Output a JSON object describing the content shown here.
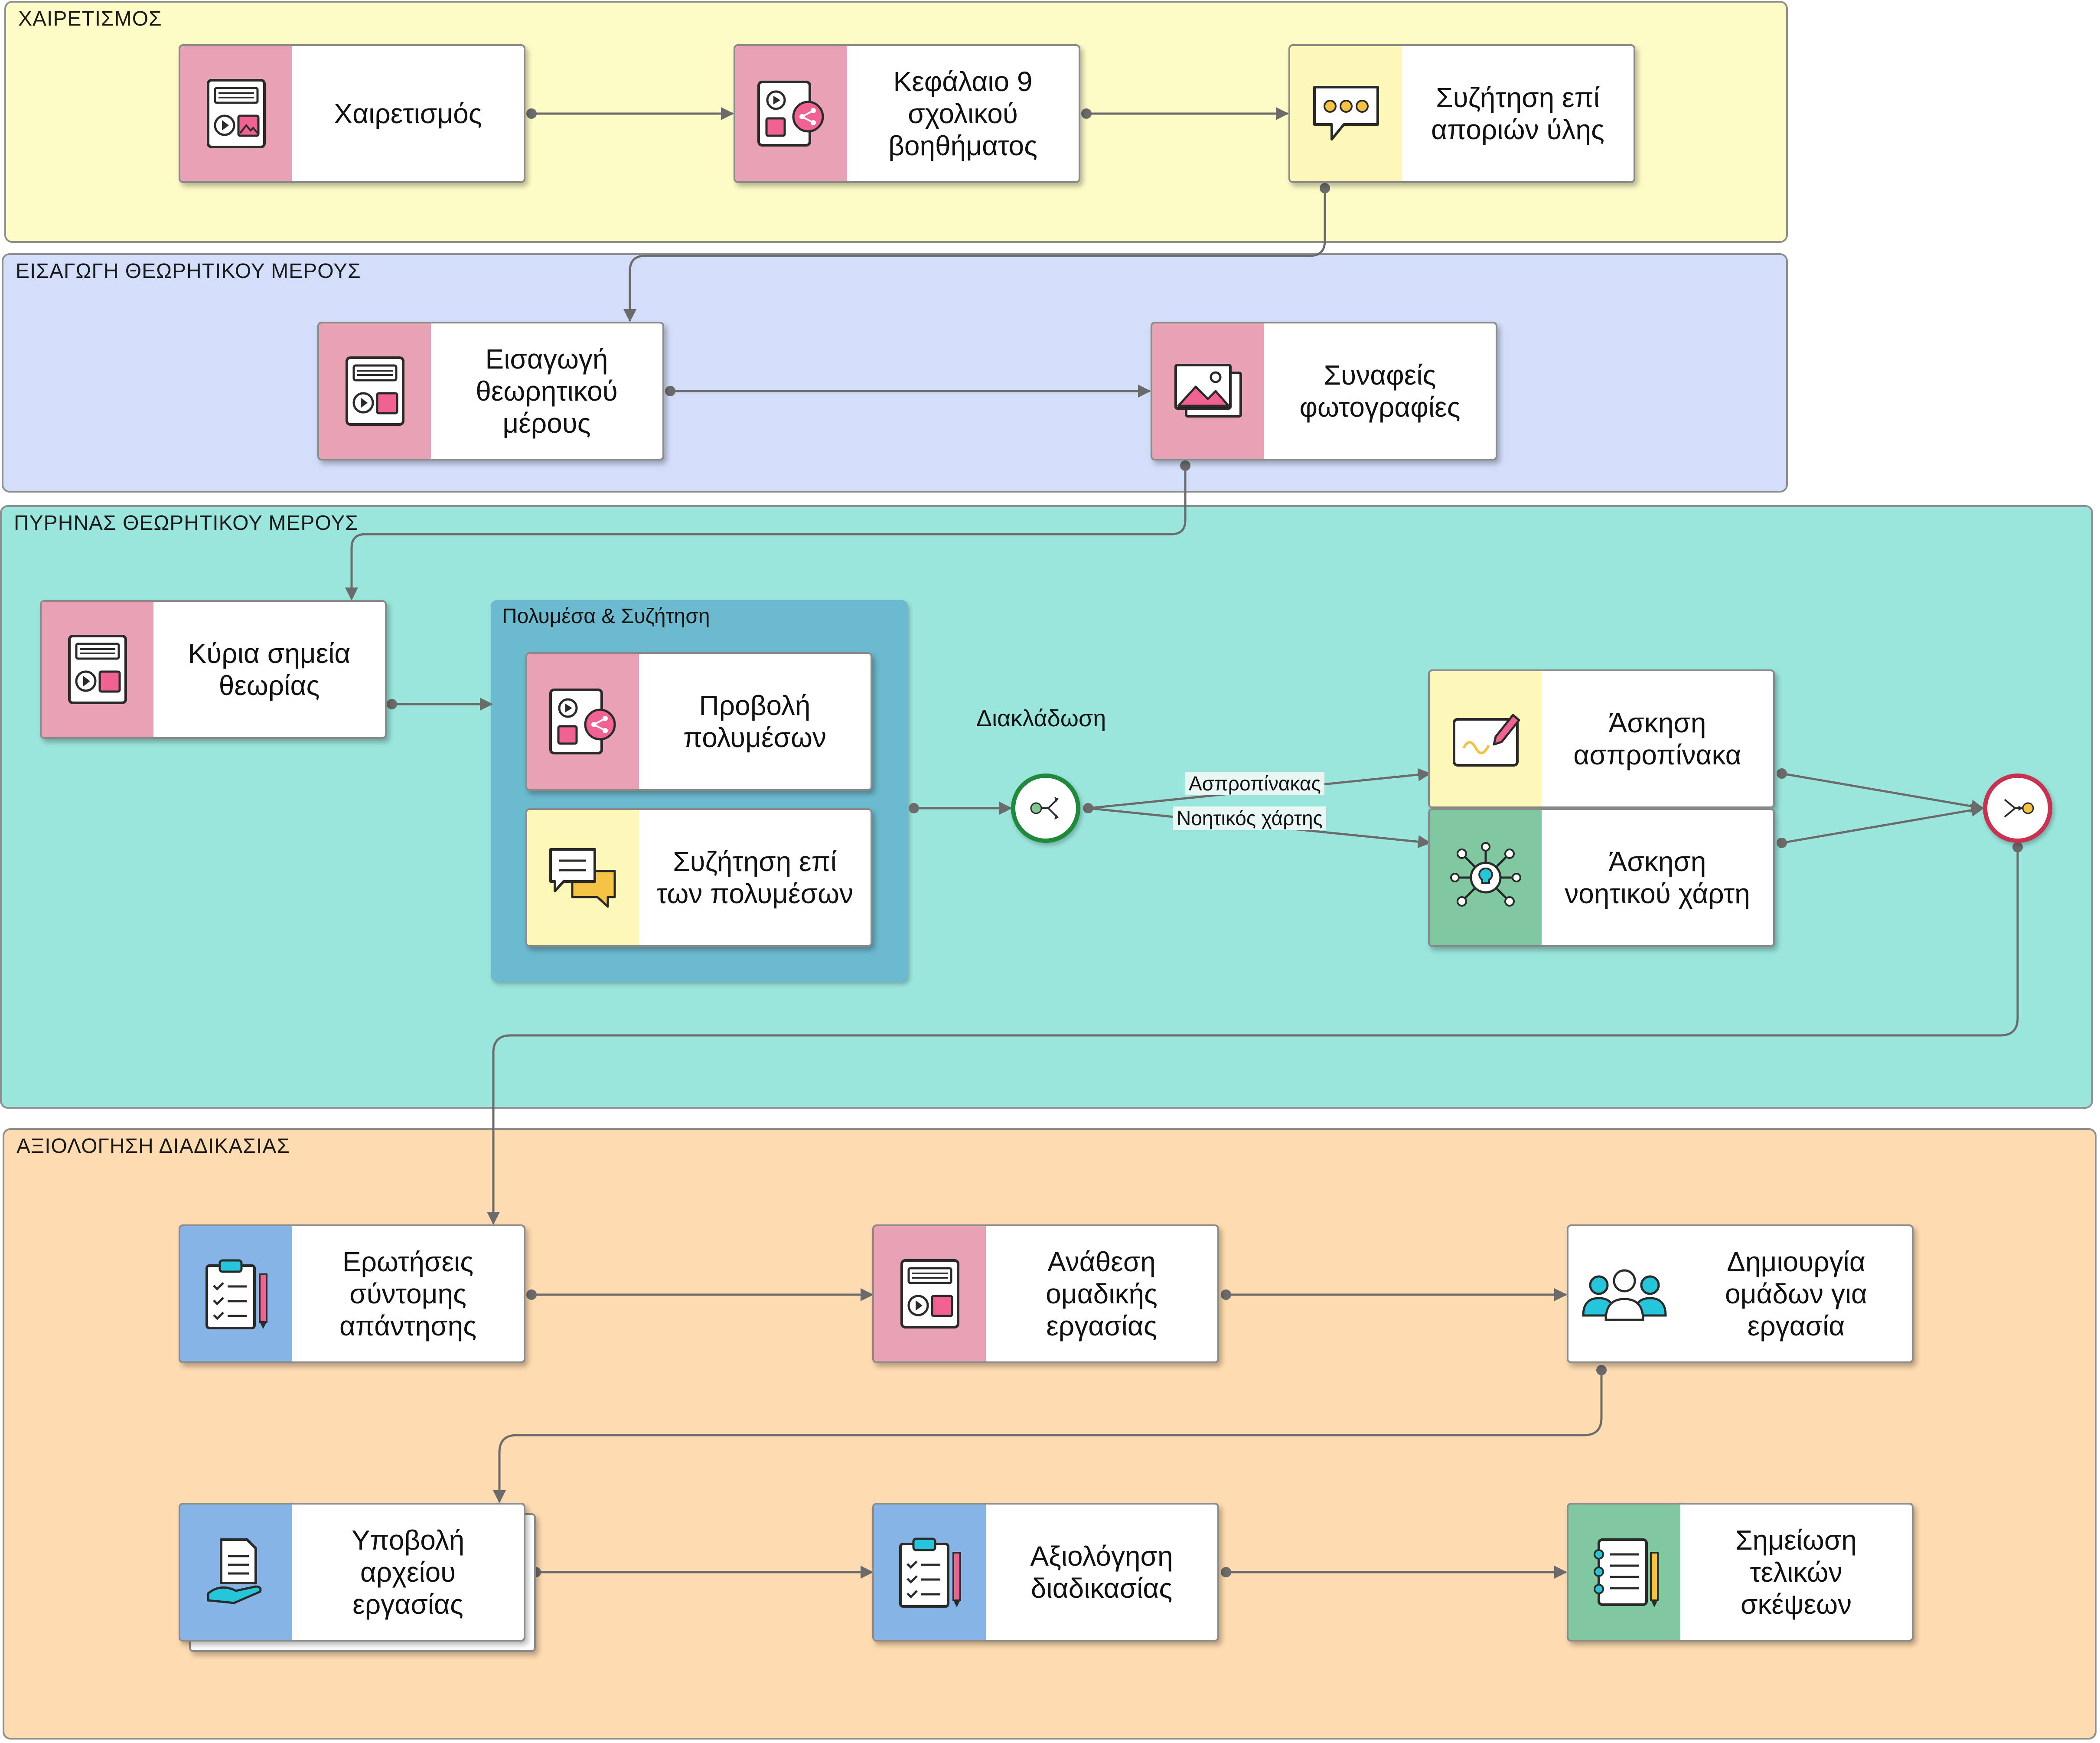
{
  "lanes": {
    "greeting": "ΧΑΙΡΕΤΙΣΜΟΣ",
    "intro": "ΕΙΣΑΓΩΓΗ ΘΕΩΡΗΤΙΚΟΥ ΜΕΡΟΥΣ",
    "core": "ΠΥΡΗΝΑΣ ΘΕΩΡΗΤΙΚΟΥ ΜΕΡΟΥΣ",
    "evaluation": "ΑΞΙΟΛΟΓΗΣΗ ΔΙΑΔΙΚΑΣΙΑΣ"
  },
  "cards": {
    "greeting": "Χαιρετισμός",
    "chapter": "Κεφάλαιο 9\nσχολικού\nβοηθήματος",
    "discussion": "Συζήτηση επί\nαποριών ύλης",
    "intro_theory": "Εισαγωγή\nθεωρητικού\nμέρους",
    "photos": "Συναφείς\nφωτογραφίες",
    "main_points": "Κύρια σημεία\nθεωρίας",
    "media_view": "Προβολή\nπολυμέσων",
    "media_discussion": "Συζήτηση επί\nτων πολυμέσων",
    "whiteboard": "Άσκηση\nασπροπίνακα",
    "mindmap": "Άσκηση\nνοητικού χάρτη",
    "short_questions": "Ερωτήσεις\nσύντομης\nαπάντησης",
    "group_assignment": "Ανάθεση\nομαδικής\nεργασίας",
    "create_groups": "Δημιουργία\nομάδων για\nεργασία",
    "submit_file": "Υποβολή\nαρχείου\nεργασίας",
    "process_eval": "Αξιολόγηση\nδιαδικασίας",
    "final_thoughts": "Σημείωση\nτελικών\nσκέψεων"
  },
  "group": {
    "title": "Πολυμέσα & Συζήτηση"
  },
  "branch": {
    "label": "Διακλάδωση",
    "edge_whiteboard": "Ασπροπίνακας",
    "edge_mindmap": "Νοητικός χάρτης"
  },
  "colors": {
    "greeting_lane": "#fdfcc7",
    "intro_lane": "#d2defa",
    "core_lane": "#9ae6dd",
    "evaluation_lane": "#fedbb0",
    "group_fill": "#6cbad0",
    "branch_gateway": "#1f8a3c",
    "merge_gateway": "#c8314f"
  },
  "icons": {
    "greeting": "media-document-icon",
    "chapter": "share-media-icon",
    "discussion": "chat-bubble-icon",
    "photos": "photos-icon",
    "whiteboard": "whiteboard-pen-icon",
    "mindmap": "mind-map-bulb-icon",
    "short_questions": "clipboard-checklist-icon",
    "create_groups": "users-group-icon",
    "submit_file": "hand-document-icon",
    "final_thoughts": "notebook-pencil-icon"
  }
}
